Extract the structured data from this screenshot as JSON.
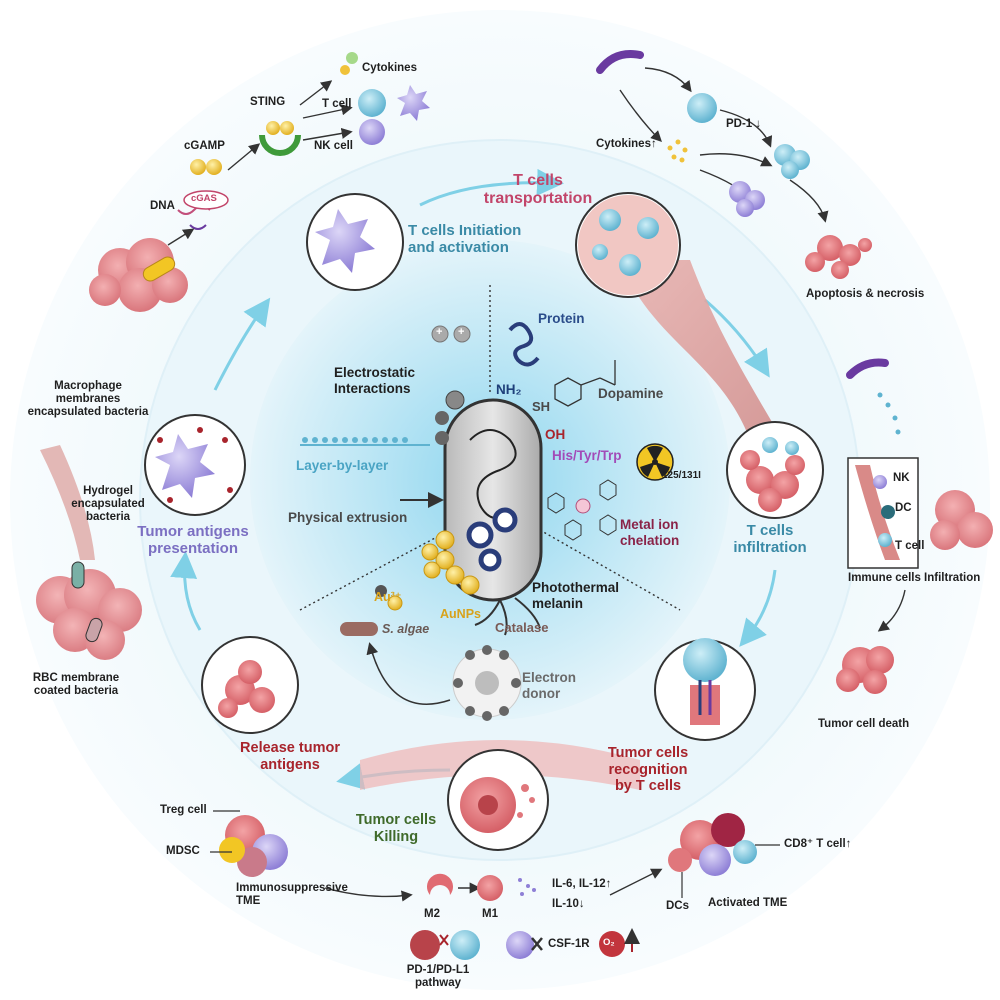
{
  "center": {
    "electrostatic": "Electrostatic\nInteractions",
    "layer_by_layer": "Layer-by-layer",
    "physical_extrusion": "Physical extrusion",
    "au3": "Au³⁺",
    "aunps": "AuNPs",
    "s_algae": "S. algae",
    "catalase": "Catalase",
    "electron_donor": "Electron\ndonor",
    "photothermal": "Photothermal\nmelanin",
    "metal_ion": "Metal ion\nchelation",
    "his_tyr_trp": "His/Tyr/Trp",
    "oh": "OH",
    "sh": "SH",
    "nh2": "NH₂",
    "dopamine": "Dopamine",
    "protein": "Protein",
    "isotope": "125/131I",
    "plus": "+"
  },
  "cycle": {
    "t_init": "T cells Initiation\nand activation",
    "t_transport": "T cells\ntransportation",
    "t_infiltration": "T cells\ninfiltration",
    "recognition": "Tumor cells\nrecognition\nby T cells",
    "killing": "Tumor cells\nKilling",
    "release": "Release tumor\nantigens",
    "presentation": "Tumor antigens\npresentation"
  },
  "top_left": {
    "cytokines": "Cytokines",
    "sting": "STING",
    "t_cell": "T cell",
    "nk_cell": "NK cell",
    "cgamp": "cGAMP",
    "cgas": "cGAS",
    "dna": "DNA"
  },
  "top_right": {
    "pd1": "PD-1 ↓",
    "cytokines_up": "Cytokines↑",
    "apoptosis": "Apoptosis & necrosis"
  },
  "right": {
    "nk": "NK",
    "dc": "DC",
    "t_cell": "T cell",
    "immune_infiltration": "Immune cells Infiltration",
    "tumor_death": "Tumor cell death"
  },
  "left": {
    "macrophage": "Macrophage\nmembranes\nencapsulated bacteria",
    "hydrogel": "Hydrogel\nencapsulated\nbacteria",
    "rbc": "RBC membrane\ncoated bacteria"
  },
  "bottom": {
    "treg": "Treg cell",
    "mdsc": "MDSC",
    "immunosuppressive": "Immunosuppressive\nTME",
    "m2": "M2",
    "m1": "M1",
    "il6": "IL-6, IL-12↑",
    "il10": "IL-10↓",
    "pd_l1": "PD-1/PD-L1\npathway",
    "csf": "CSF-1R",
    "o2": "O₂",
    "dcs": "DCs",
    "activated": "Activated TME",
    "cd8": "CD8⁺ T cell↑"
  },
  "colors": {
    "teal": "#3a8aa6",
    "purple_cell": "#8e7fd6",
    "tumor": "#e0777c",
    "arrow": "#7fd0e6",
    "gold": "#f0c23a",
    "red_text": "#a8242c"
  }
}
